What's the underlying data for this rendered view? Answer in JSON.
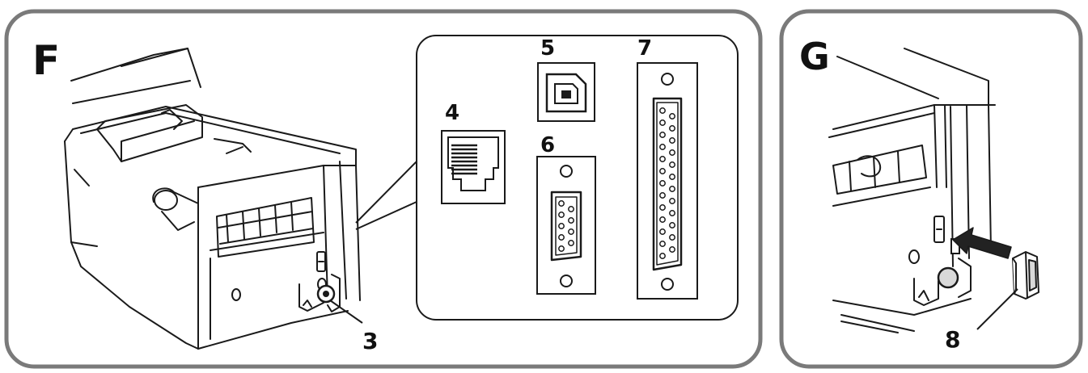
{
  "colors": {
    "panel_border": "#7a7a7a",
    "line": "#1a1a1a",
    "background": "#ffffff",
    "shade": "#d9d9d9"
  },
  "panels": {
    "f": {
      "letter": "F"
    },
    "g": {
      "letter": "G"
    }
  },
  "callouts": {
    "c3": "3",
    "c4": "4",
    "c5": "5",
    "c6": "6",
    "c7": "7",
    "c8": "8"
  },
  "components": {
    "ethernet_port": {
      "icon": "rj45-port-icon"
    },
    "usb_port": {
      "icon": "usb-b-port-icon"
    },
    "serial_port": {
      "icon": "db9-port-icon",
      "pins": 9
    },
    "parallel_port": {
      "icon": "db25-port-icon",
      "pins": 25
    },
    "power_connector": {
      "icon": "dc-jack-icon"
    },
    "plug": {
      "icon": "connector-plug-icon"
    },
    "arrow": {
      "icon": "insert-arrow-icon"
    }
  }
}
